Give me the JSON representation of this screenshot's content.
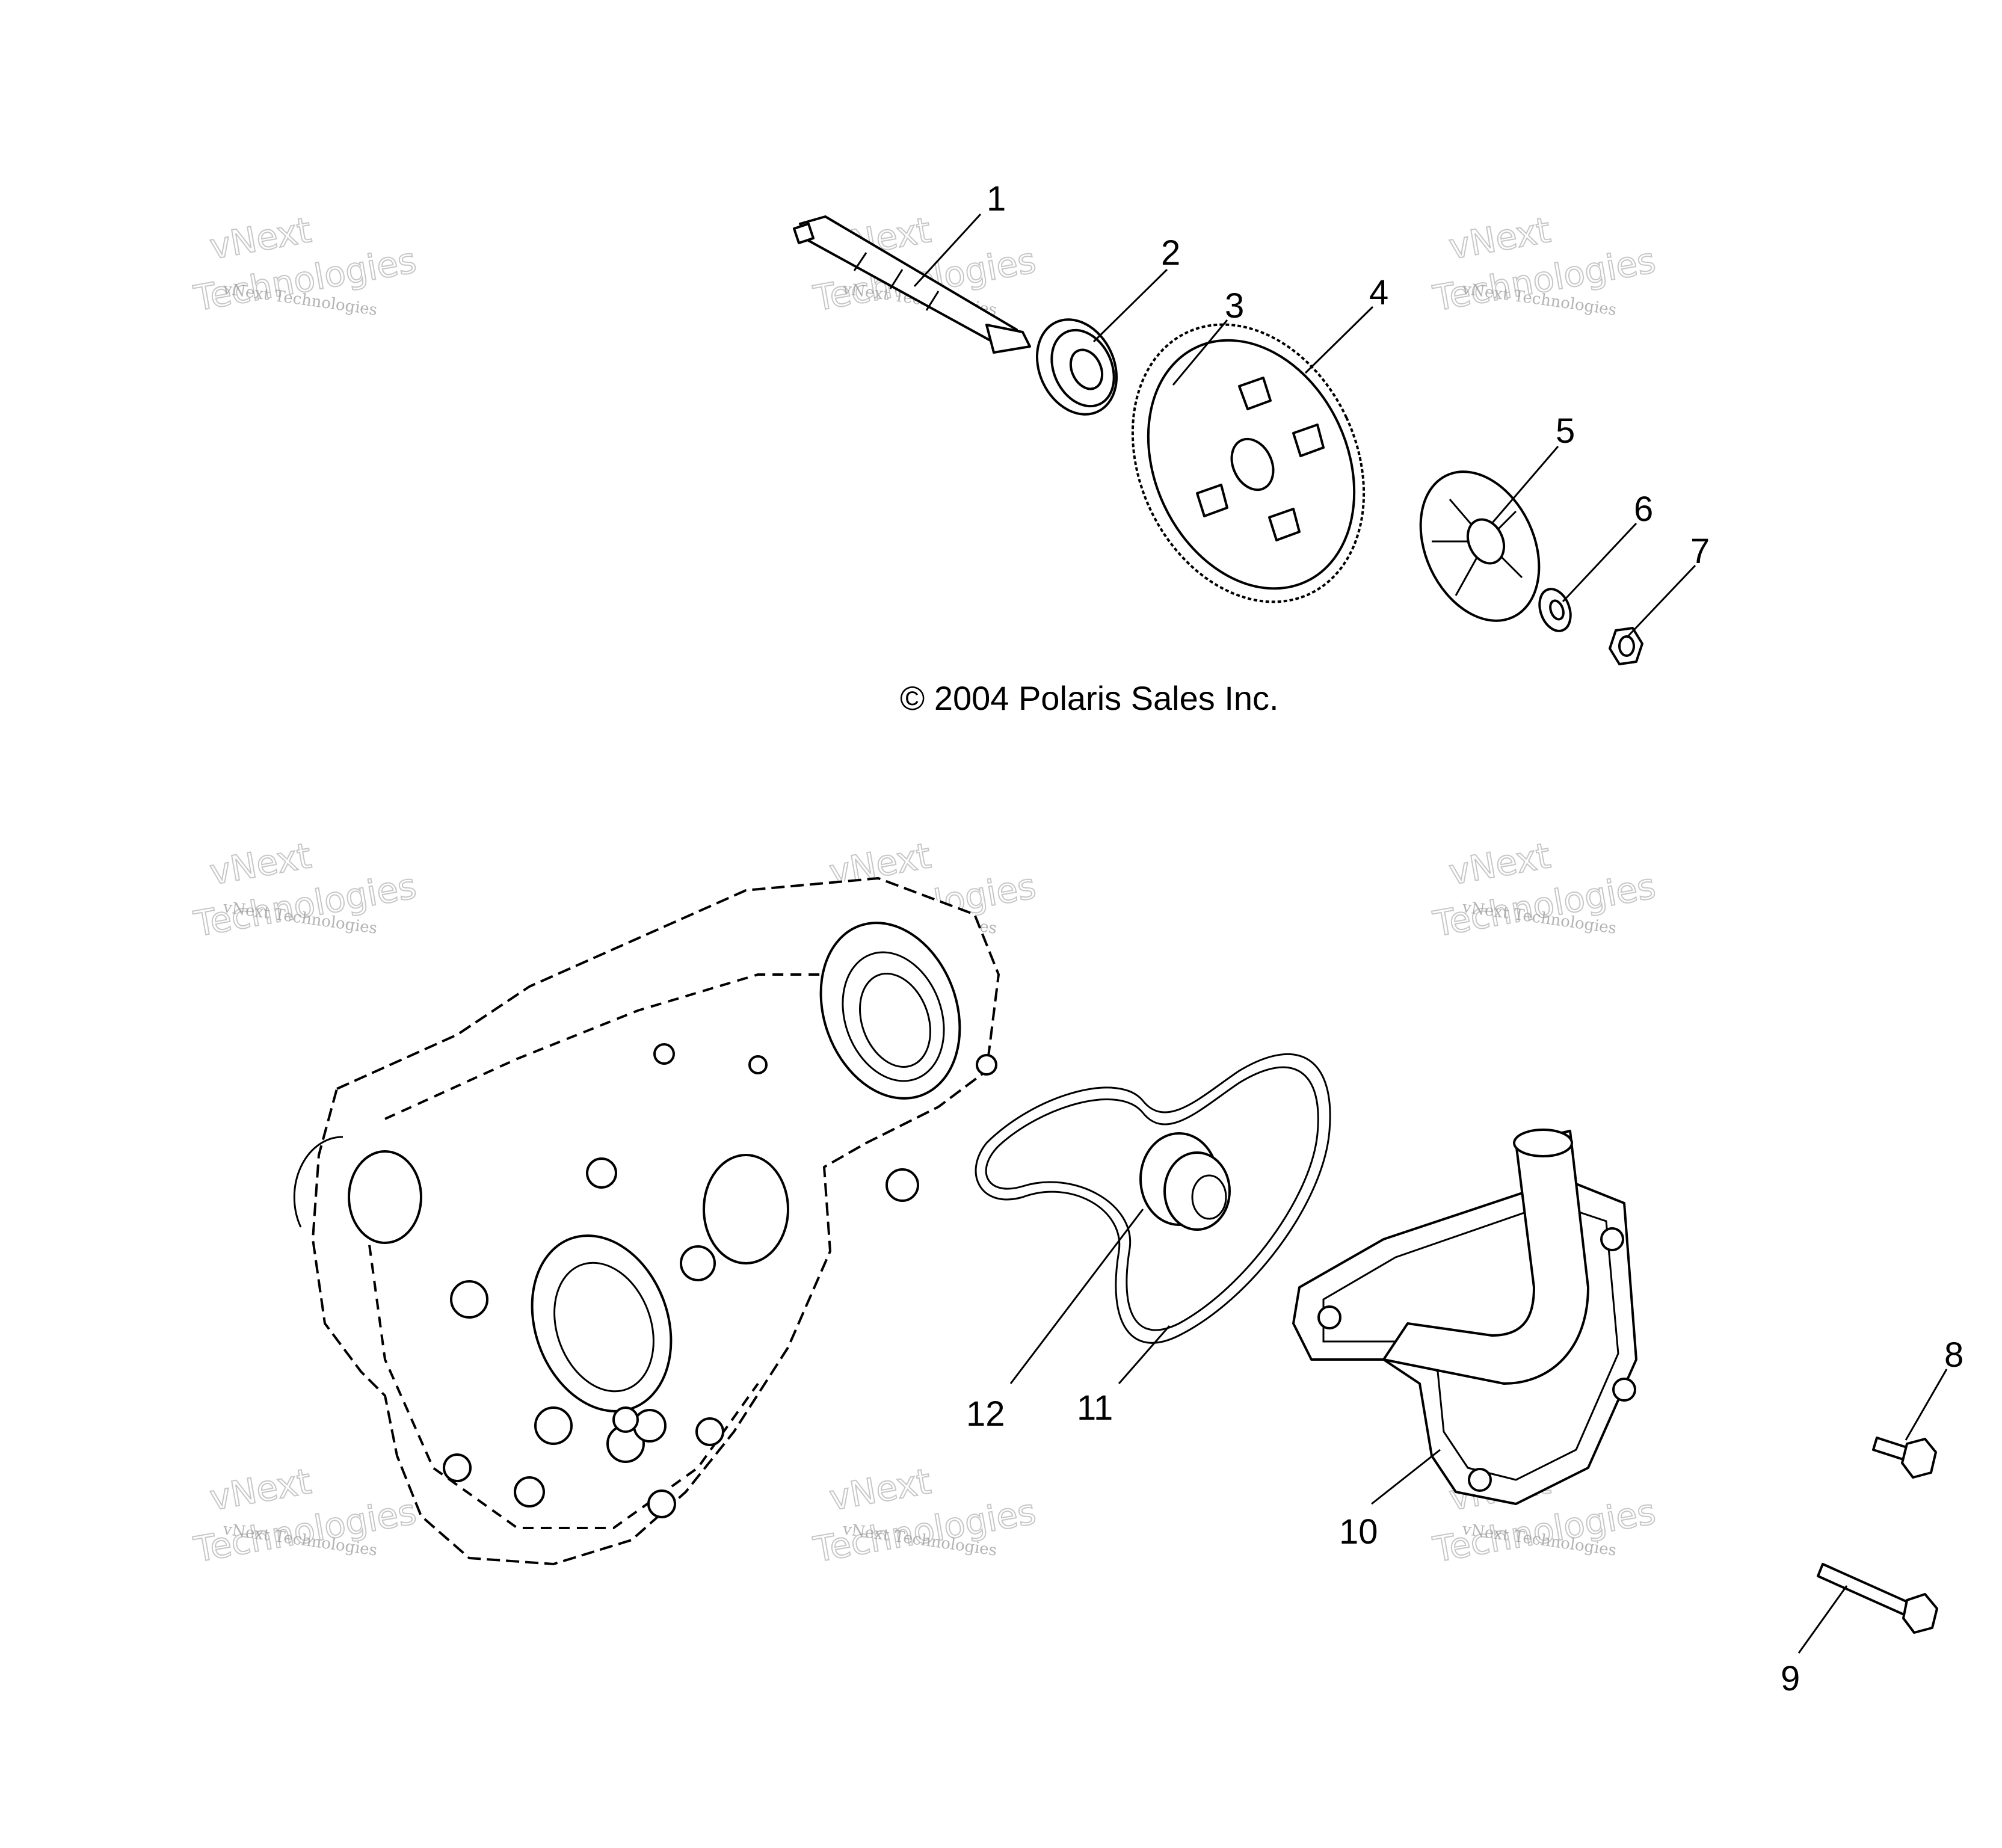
{
  "copyright": "© 2004 Polaris Sales Inc.",
  "watermark": {
    "line1": "vNext Technologies",
    "line2": "vNext",
    "line3": "Technologies"
  },
  "callouts": [
    "1",
    "2",
    "3",
    "4",
    "5",
    "6",
    "7",
    "8",
    "9",
    "10",
    "11",
    "12"
  ]
}
